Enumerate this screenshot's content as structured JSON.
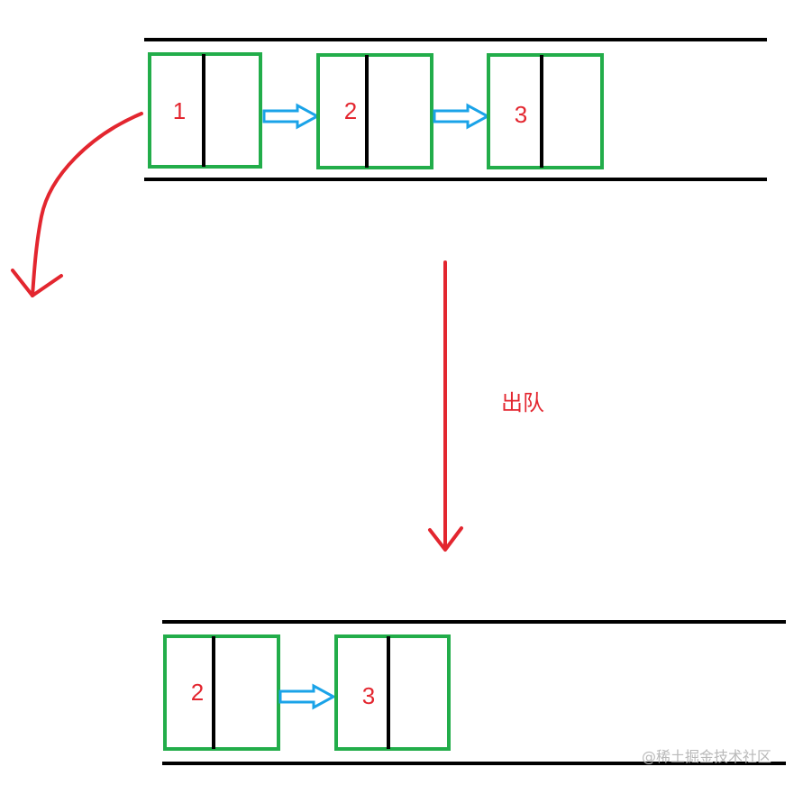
{
  "colors": {
    "node_border": "#22ad4a",
    "divider": "#000000",
    "number": "#e3262f",
    "red_arrow": "#e3262f",
    "link_arrow": "#1aa3e8",
    "rail": "#000000",
    "watermark": "#b9b9b9"
  },
  "before_queue": {
    "nodes": [
      {
        "label": "1"
      },
      {
        "label": "2"
      },
      {
        "label": "3"
      }
    ]
  },
  "after_queue": {
    "nodes": [
      {
        "label": "2"
      },
      {
        "label": "3"
      }
    ]
  },
  "operation_label": "出队",
  "watermark": "@稀土掘金技术社区"
}
